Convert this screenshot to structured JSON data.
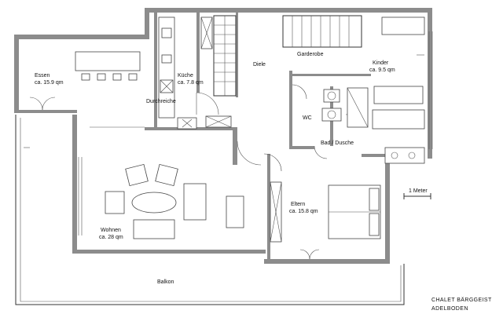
{
  "rooms": {
    "essen": {
      "name": "Essen",
      "area": "ca. 15.9 qm"
    },
    "kueche": {
      "name": "Küche",
      "area": "ca. 7.8 qm"
    },
    "durchreiche": {
      "name": "Durchreiche"
    },
    "diele": {
      "name": "Diele"
    },
    "garderobe": {
      "name": "Garderobe"
    },
    "kinder": {
      "name": "Kinder",
      "area": "ca. 9.5 qm"
    },
    "wc": {
      "name": "WC"
    },
    "bad": {
      "name": "Bad / Dusche"
    },
    "eltern": {
      "name": "Eltern",
      "area": "ca. 15.8 qm"
    },
    "wohnen": {
      "name": "Wohnen",
      "area": "ca. 28 qm"
    },
    "balkon": {
      "name": "Balkon"
    }
  },
  "scale_label": "1 Meter",
  "caption": {
    "line1": "CHALET BÄRGGEIST",
    "line2": "ADELBODEN"
  },
  "colors": {
    "wall": "#8c8c8c",
    "line": "#333333",
    "background": "#ffffff"
  }
}
